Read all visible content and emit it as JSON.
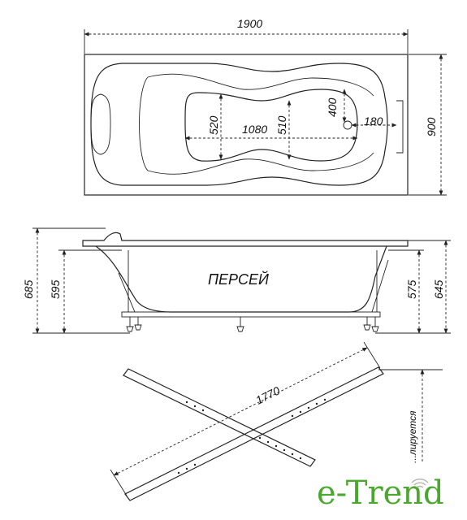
{
  "top_view": {
    "length": "1900",
    "width": "900",
    "bowl_length": "1080",
    "bowl_width_left": "520",
    "bowl_width_right": "510",
    "drain_from_side": "400",
    "drain_from_end": "180"
  },
  "side_view": {
    "model_name": "ПЕРСЕЙ",
    "height_total": "685",
    "height_bowl": "595",
    "height_frame_inner": "575",
    "height_frame_outer": "645"
  },
  "frame_view": {
    "leg_length": "1770",
    "note": "...лируется"
  },
  "brand": {
    "name": "e-Trend",
    "color": "#4aa82e"
  }
}
